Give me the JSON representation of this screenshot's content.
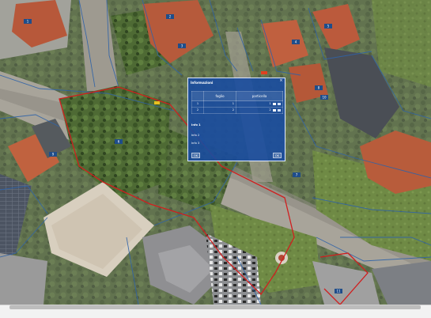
{
  "map": {
    "basemap": "aerial-orthophoto",
    "parcel_line_color": "#2f63a8",
    "selection_color": "#d01f1f",
    "parcel_labels": [
      {
        "name": "parcel-label-1",
        "text": "1"
      },
      {
        "name": "parcel-label-2",
        "text": "2"
      },
      {
        "name": "parcel-label-3",
        "text": "3"
      },
      {
        "name": "parcel-label-4",
        "text": "4"
      },
      {
        "name": "parcel-label-5",
        "text": "5"
      },
      {
        "name": "parcel-label-6",
        "text": "6"
      },
      {
        "name": "parcel-label-7",
        "text": "7"
      },
      {
        "name": "parcel-label-8",
        "text": "8"
      },
      {
        "name": "parcel-label-9",
        "text": "9"
      },
      {
        "name": "parcel-label-10",
        "text": "10"
      },
      {
        "name": "parcel-label-11",
        "text": "11"
      }
    ]
  },
  "popup": {
    "title": "Informazioni",
    "close_glyph": "×",
    "columns": [
      "foglio",
      "particella"
    ],
    "rows": [
      {
        "index": "1",
        "sheet": "1",
        "parcel": "1"
      },
      {
        "index": "2",
        "sheet": "2",
        "parcel": "2"
      }
    ],
    "text_1": "Info 1",
    "text_2": "Info 2",
    "text_3": "Info 3",
    "btn_left": "OK",
    "btn_right": "OK"
  }
}
